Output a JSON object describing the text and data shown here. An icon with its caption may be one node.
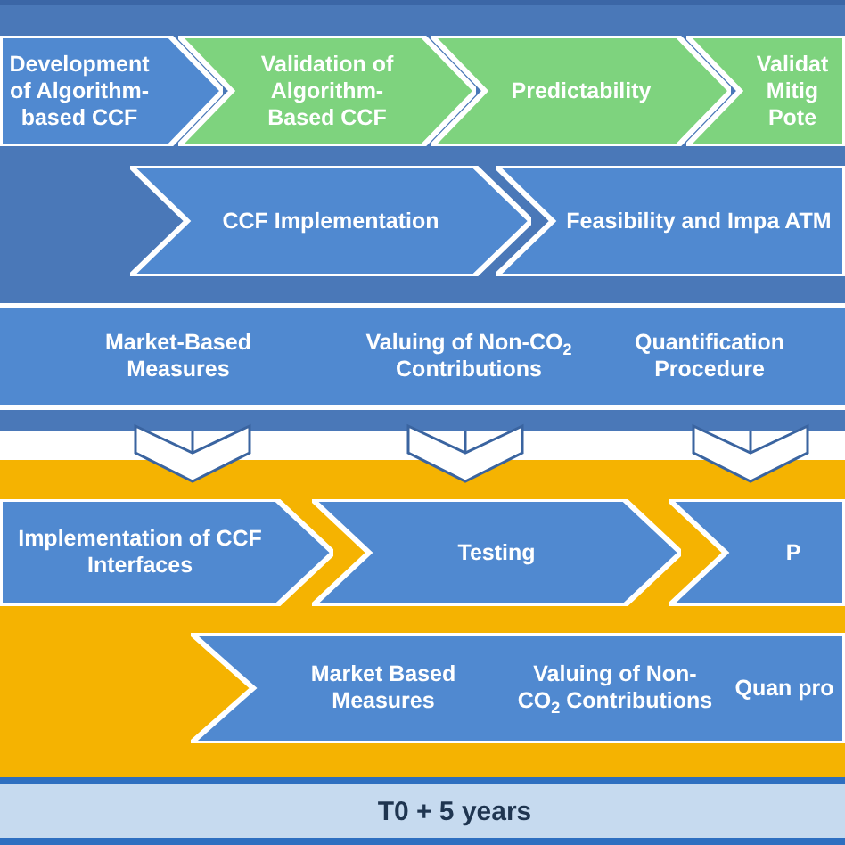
{
  "diagram": {
    "nodes": [
      {
        "text": [],
        "shape": "box"
      },
      {
        "text": [
          "Development of Algorithm-based CCF"
        ],
        "in": 0
      },
      {
        "text": [
          "Validation of Algorithm-Based CCF"
        ],
        "in": 0
      },
      {
        "text": [
          "Predictability"
        ],
        "in": 0
      },
      {
        "text": [
          "Validat Mitig Pote"
        ],
        "in": 0
      },
      {
        "text": [
          "CCF Implementation"
        ],
        "in": 0
      },
      {
        "text": [
          "Feasibility and Impa ATM"
        ],
        "in": 0
      },
      {
        "text": [
          "Market-Based Measures",
          "Valuing of Non-CO$_{2}$ Contributions",
          "Quantification Procedure"
        ],
        "in": 0
      },
      {
        "text": [],
        "shape": "box"
      },
      {
        "text": [
          "Implementation of CCF Interfaces"
        ],
        "in": 8
      },
      {
        "text": [
          "Testing"
        ],
        "in": 8
      },
      {
        "text": [
          "P"
        ],
        "in": 8
      },
      {
        "text": [
          "Market Based Measures",
          "Valuing of Non-CO$_{2}$ Contributions",
          "Quan pro"
        ],
        "in": 8
      },
      {
        "text": [
          "T0 + 5 years"
        ]
      }
    ],
    "edges": [
      {
        "from": 0,
        "to": 8,
        "arrow": "to"
      },
      {
        "from": 0,
        "to": 8,
        "arrow": "to"
      },
      {
        "from": 0,
        "to": 8,
        "arrow": "to"
      }
    ]
  }
}
